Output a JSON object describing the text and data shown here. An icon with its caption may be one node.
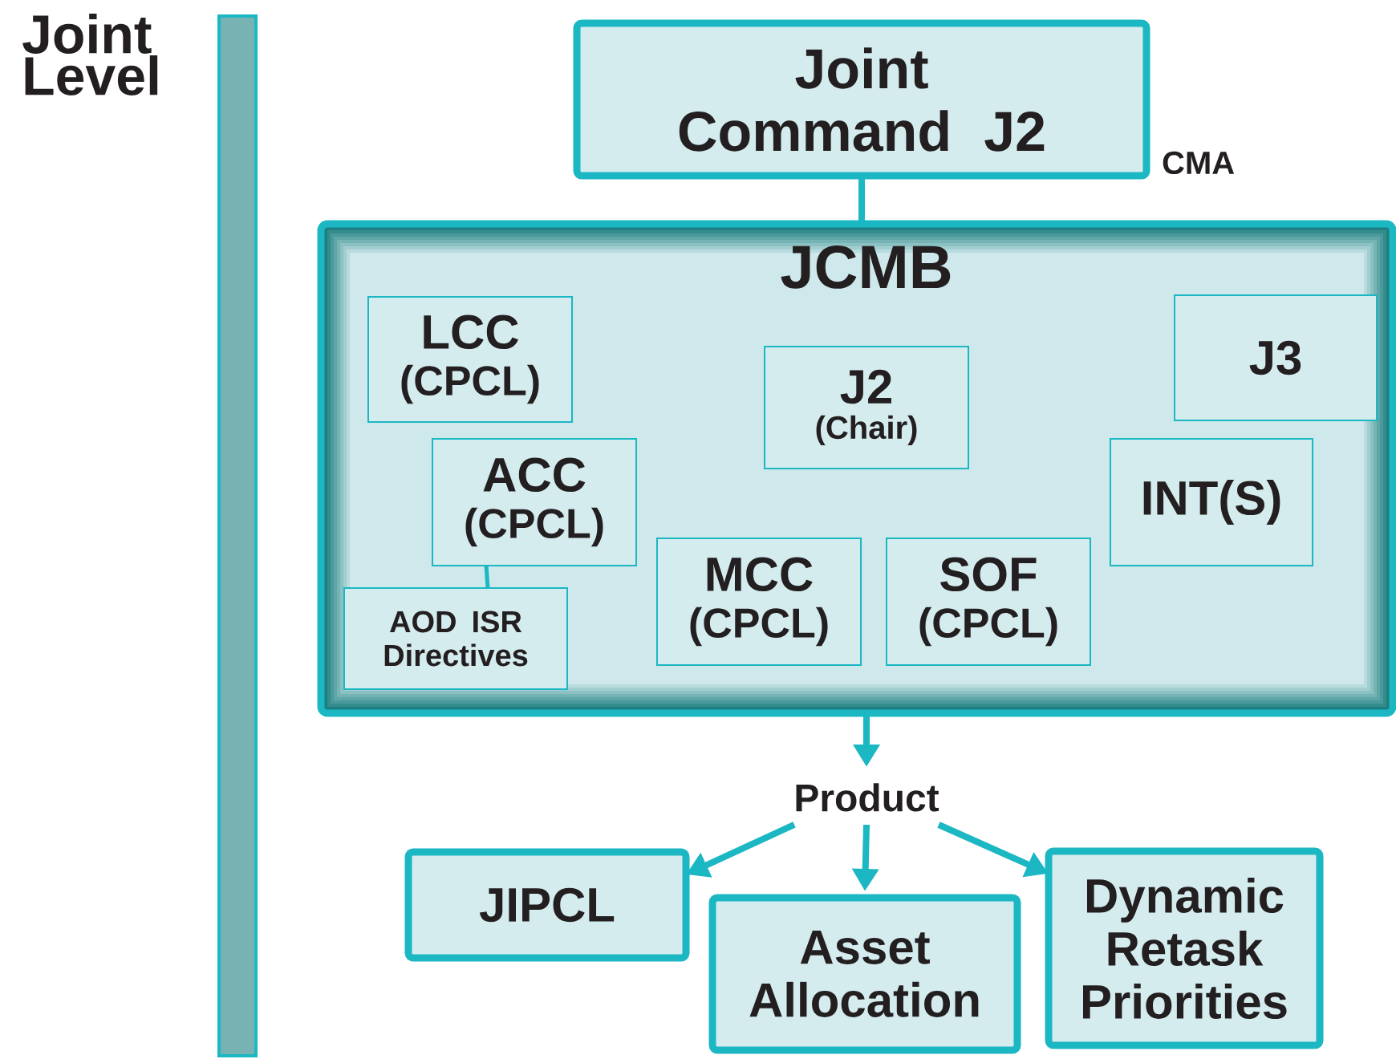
{
  "diagram": {
    "nodes": [
      {
        "text": [
          "Joint Command J2"
        ],
        "beside": [
          "CMA"
        ]
      },
      {
        "text": [
          "JCMB"
        ]
      },
      {
        "text": [
          "LCC",
          "(CPCL)"
        ],
        "in": 1
      },
      {
        "text": [
          "J2",
          "(Chair)"
        ],
        "in": 1
      },
      {
        "text": [
          "J3"
        ],
        "in": 1
      },
      {
        "text": [
          "ACC",
          "(CPCL)"
        ],
        "in": 1
      },
      {
        "text": [
          "INT(S)"
        ],
        "in": 1
      },
      {
        "text": [
          "AOD ISR Directives"
        ],
        "in": 1
      },
      {
        "text": [
          "MCC",
          "(CPCL)"
        ],
        "in": 1
      },
      {
        "text": [
          "SOF",
          "(CPCL)"
        ],
        "in": 1
      },
      {
        "text": [
          "Product"
        ]
      },
      {
        "text": [
          "JIPCL"
        ]
      },
      {
        "text": [
          "Asset Allocation"
        ]
      },
      {
        "text": [
          "Dynamic Retask Priorities"
        ]
      },
      {
        "text": [],
        "shape": "bar"
      }
    ],
    "edges": [
      {
        "from": 0,
        "to": 1,
        "arrow": "none"
      },
      {
        "from": 5,
        "to": 7,
        "arrow": "none"
      },
      {
        "from": 1,
        "to": 10,
        "arrow": "to"
      },
      {
        "from": 10,
        "to": 11,
        "arrow": "to"
      },
      {
        "from": 10,
        "to": 12,
        "arrow": "to"
      },
      {
        "from": 10,
        "to": 13,
        "arrow": "to"
      }
    ],
    "labels": [
      "Joint Level"
    ]
  }
}
